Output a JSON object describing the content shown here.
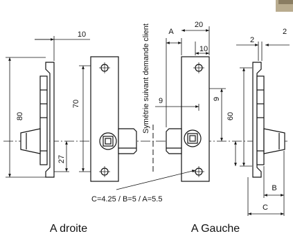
{
  "diagram": {
    "left_view": {
      "caption": "A droite",
      "dim_top_width": "10",
      "dim_height_total": "80",
      "dim_height_holes": "70",
      "dim_lower": "27"
    },
    "right_view": {
      "caption": "A Gauche",
      "dim_a": "A",
      "dim_width": "20",
      "dim_inner": "10",
      "dim_offset_h": "9",
      "dim_offset_v": "9",
      "dim_height": "60",
      "dim_side_2a": "2",
      "dim_side_2b": "2",
      "dim_b": "B",
      "dim_c": "C"
    },
    "symmetry_label": "Symétrie suivant demande client",
    "values_note": "C=4.25 / B=5 / A=5.5"
  }
}
